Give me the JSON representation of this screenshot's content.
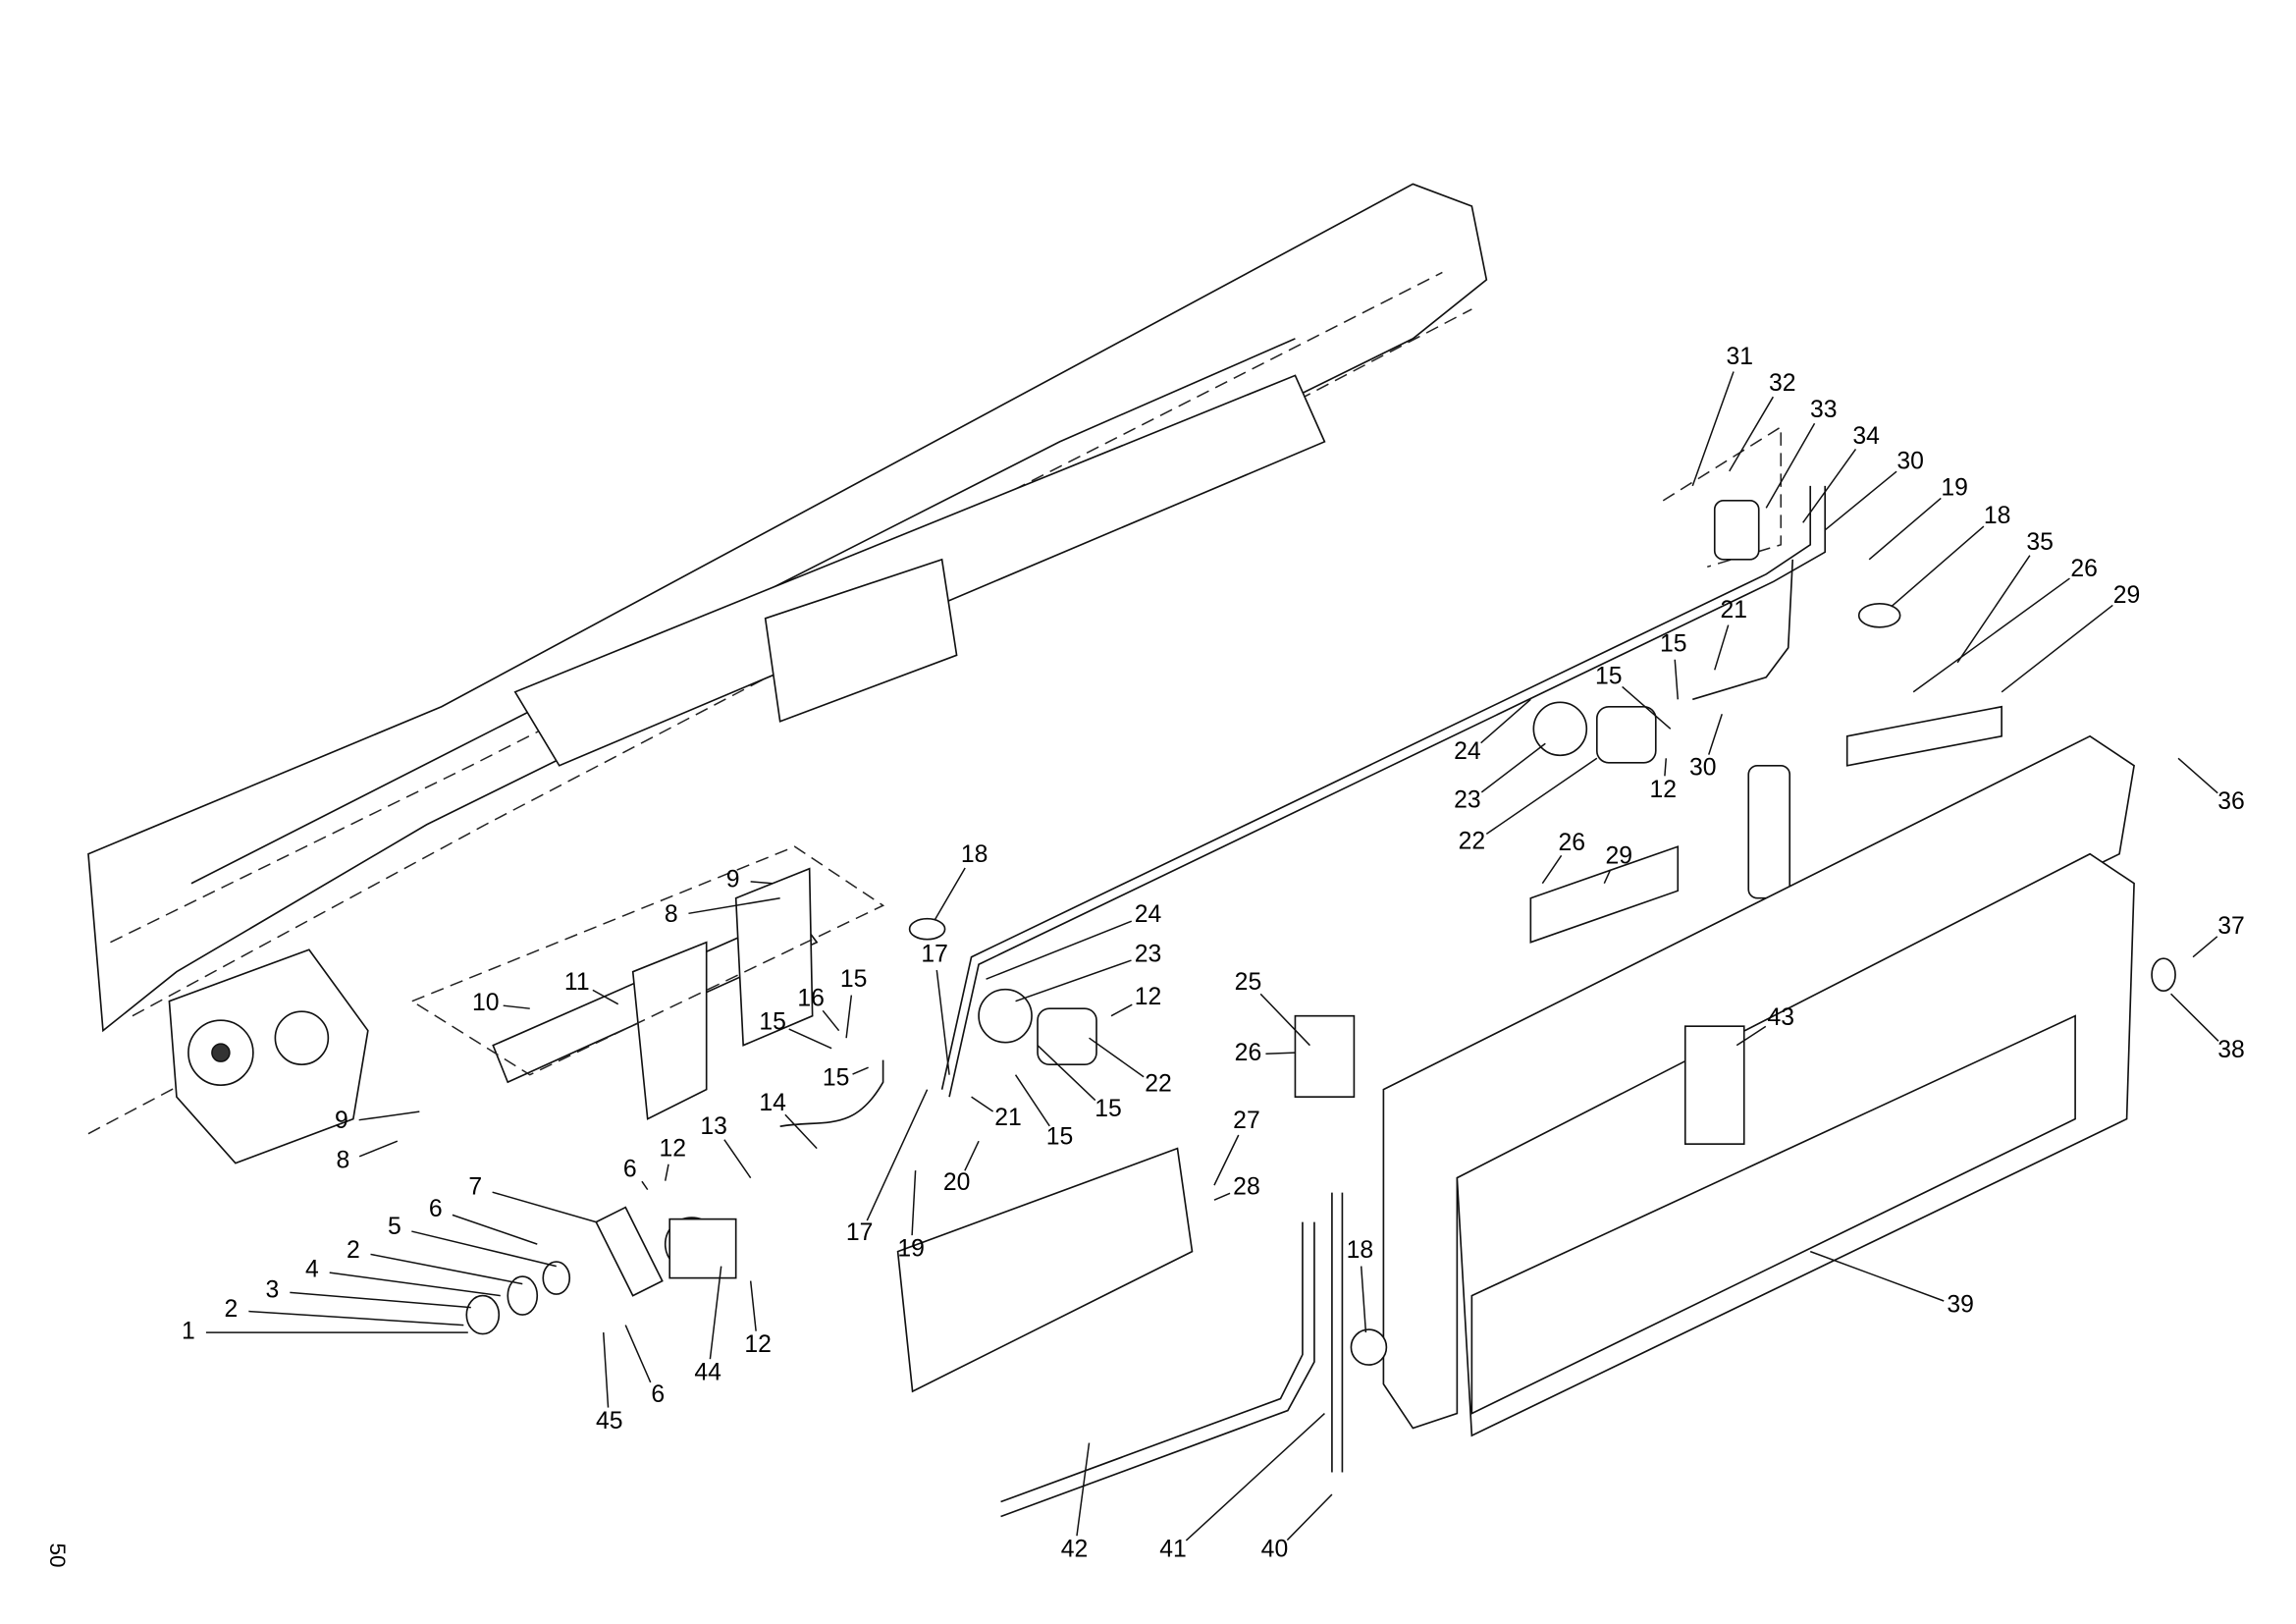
{
  "page_number": "50",
  "callouts": [
    "31",
    "32",
    "33",
    "34",
    "30",
    "19",
    "18",
    "35",
    "26",
    "29",
    "21",
    "15",
    "15",
    "24",
    "30",
    "23",
    "12",
    "22",
    "36",
    "26",
    "29",
    "18",
    "9",
    "8",
    "17",
    "24",
    "23",
    "11",
    "15",
    "16",
    "10",
    "15",
    "12",
    "25",
    "37",
    "26",
    "22",
    "43",
    "15",
    "15",
    "15",
    "38",
    "21",
    "14",
    "9",
    "8",
    "13",
    "12",
    "6",
    "17",
    "19",
    "20",
    "27",
    "28",
    "7",
    "6",
    "5",
    "2",
    "4",
    "3",
    "2",
    "1",
    "44",
    "12",
    "18",
    "39",
    "45",
    "6",
    "42",
    "41",
    "40"
  ]
}
